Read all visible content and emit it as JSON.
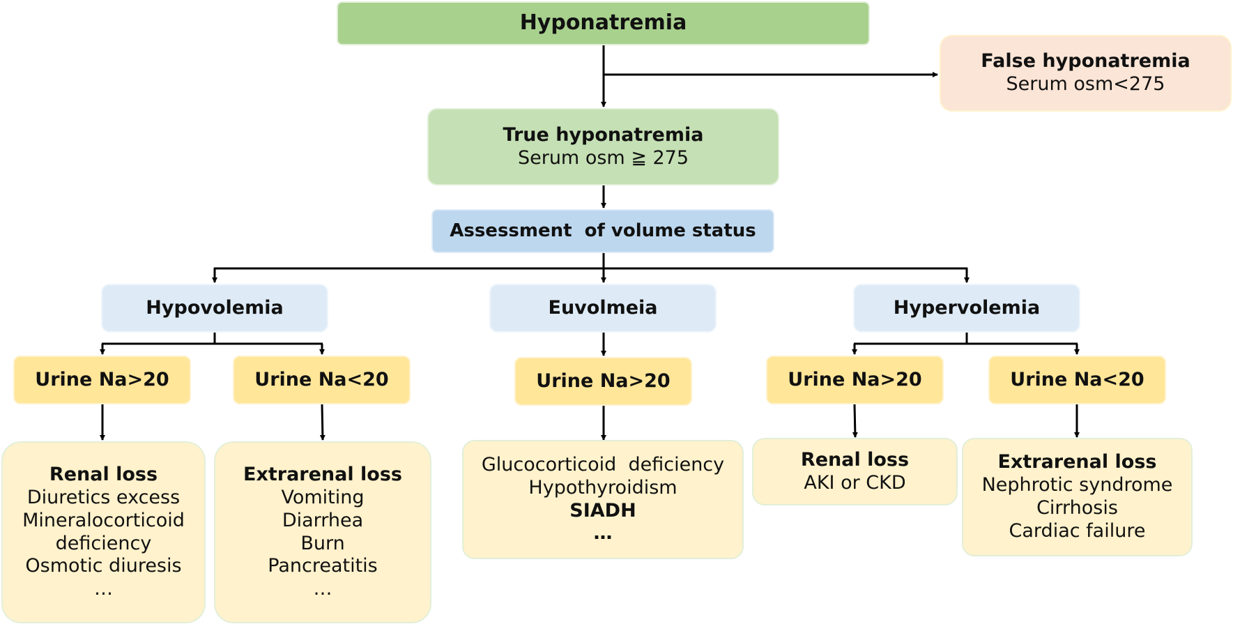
{
  "root": {
    "title": "Hyponatremia"
  },
  "false_hypo": {
    "title": "False hyponatremia",
    "detail": "Serum osm<275"
  },
  "true_hypo": {
    "title": "True hyponatremia",
    "detail": "Serum osm ≧ 275"
  },
  "assessment": {
    "title": "Assessment  of volume status"
  },
  "hypovolemia": {
    "title": "Hypovolemia",
    "left": {
      "test": "Urine Na>20",
      "title": "Renal loss",
      "items": [
        "Diuretics excess",
        "Mineralocorticoid",
        "deficiency",
        "Osmotic diuresis",
        "…"
      ]
    },
    "right": {
      "test": "Urine Na<20",
      "title": "Extrarenal loss",
      "items": [
        "Vomiting",
        "Diarrhea",
        "Burn",
        "Pancreatitis",
        "…"
      ]
    }
  },
  "euvolemia": {
    "title": "Euvolmeia",
    "test": "Urine Na>20",
    "items": [
      "Glucocorticoid  deficiency",
      "Hypothyroidism"
    ],
    "bold_item": "SIADH",
    "ellipsis": "…"
  },
  "hypervolemia": {
    "title": "Hypervolemia",
    "left": {
      "test": "Urine Na>20",
      "title": "Renal loss",
      "items": [
        "AKI or CKD"
      ]
    },
    "right": {
      "test": "Urine Na<20",
      "title": "Extrarenal loss",
      "items": [
        "Nephrotic syndrome",
        "Cirrhosis",
        "Cardiac failure"
      ]
    }
  }
}
